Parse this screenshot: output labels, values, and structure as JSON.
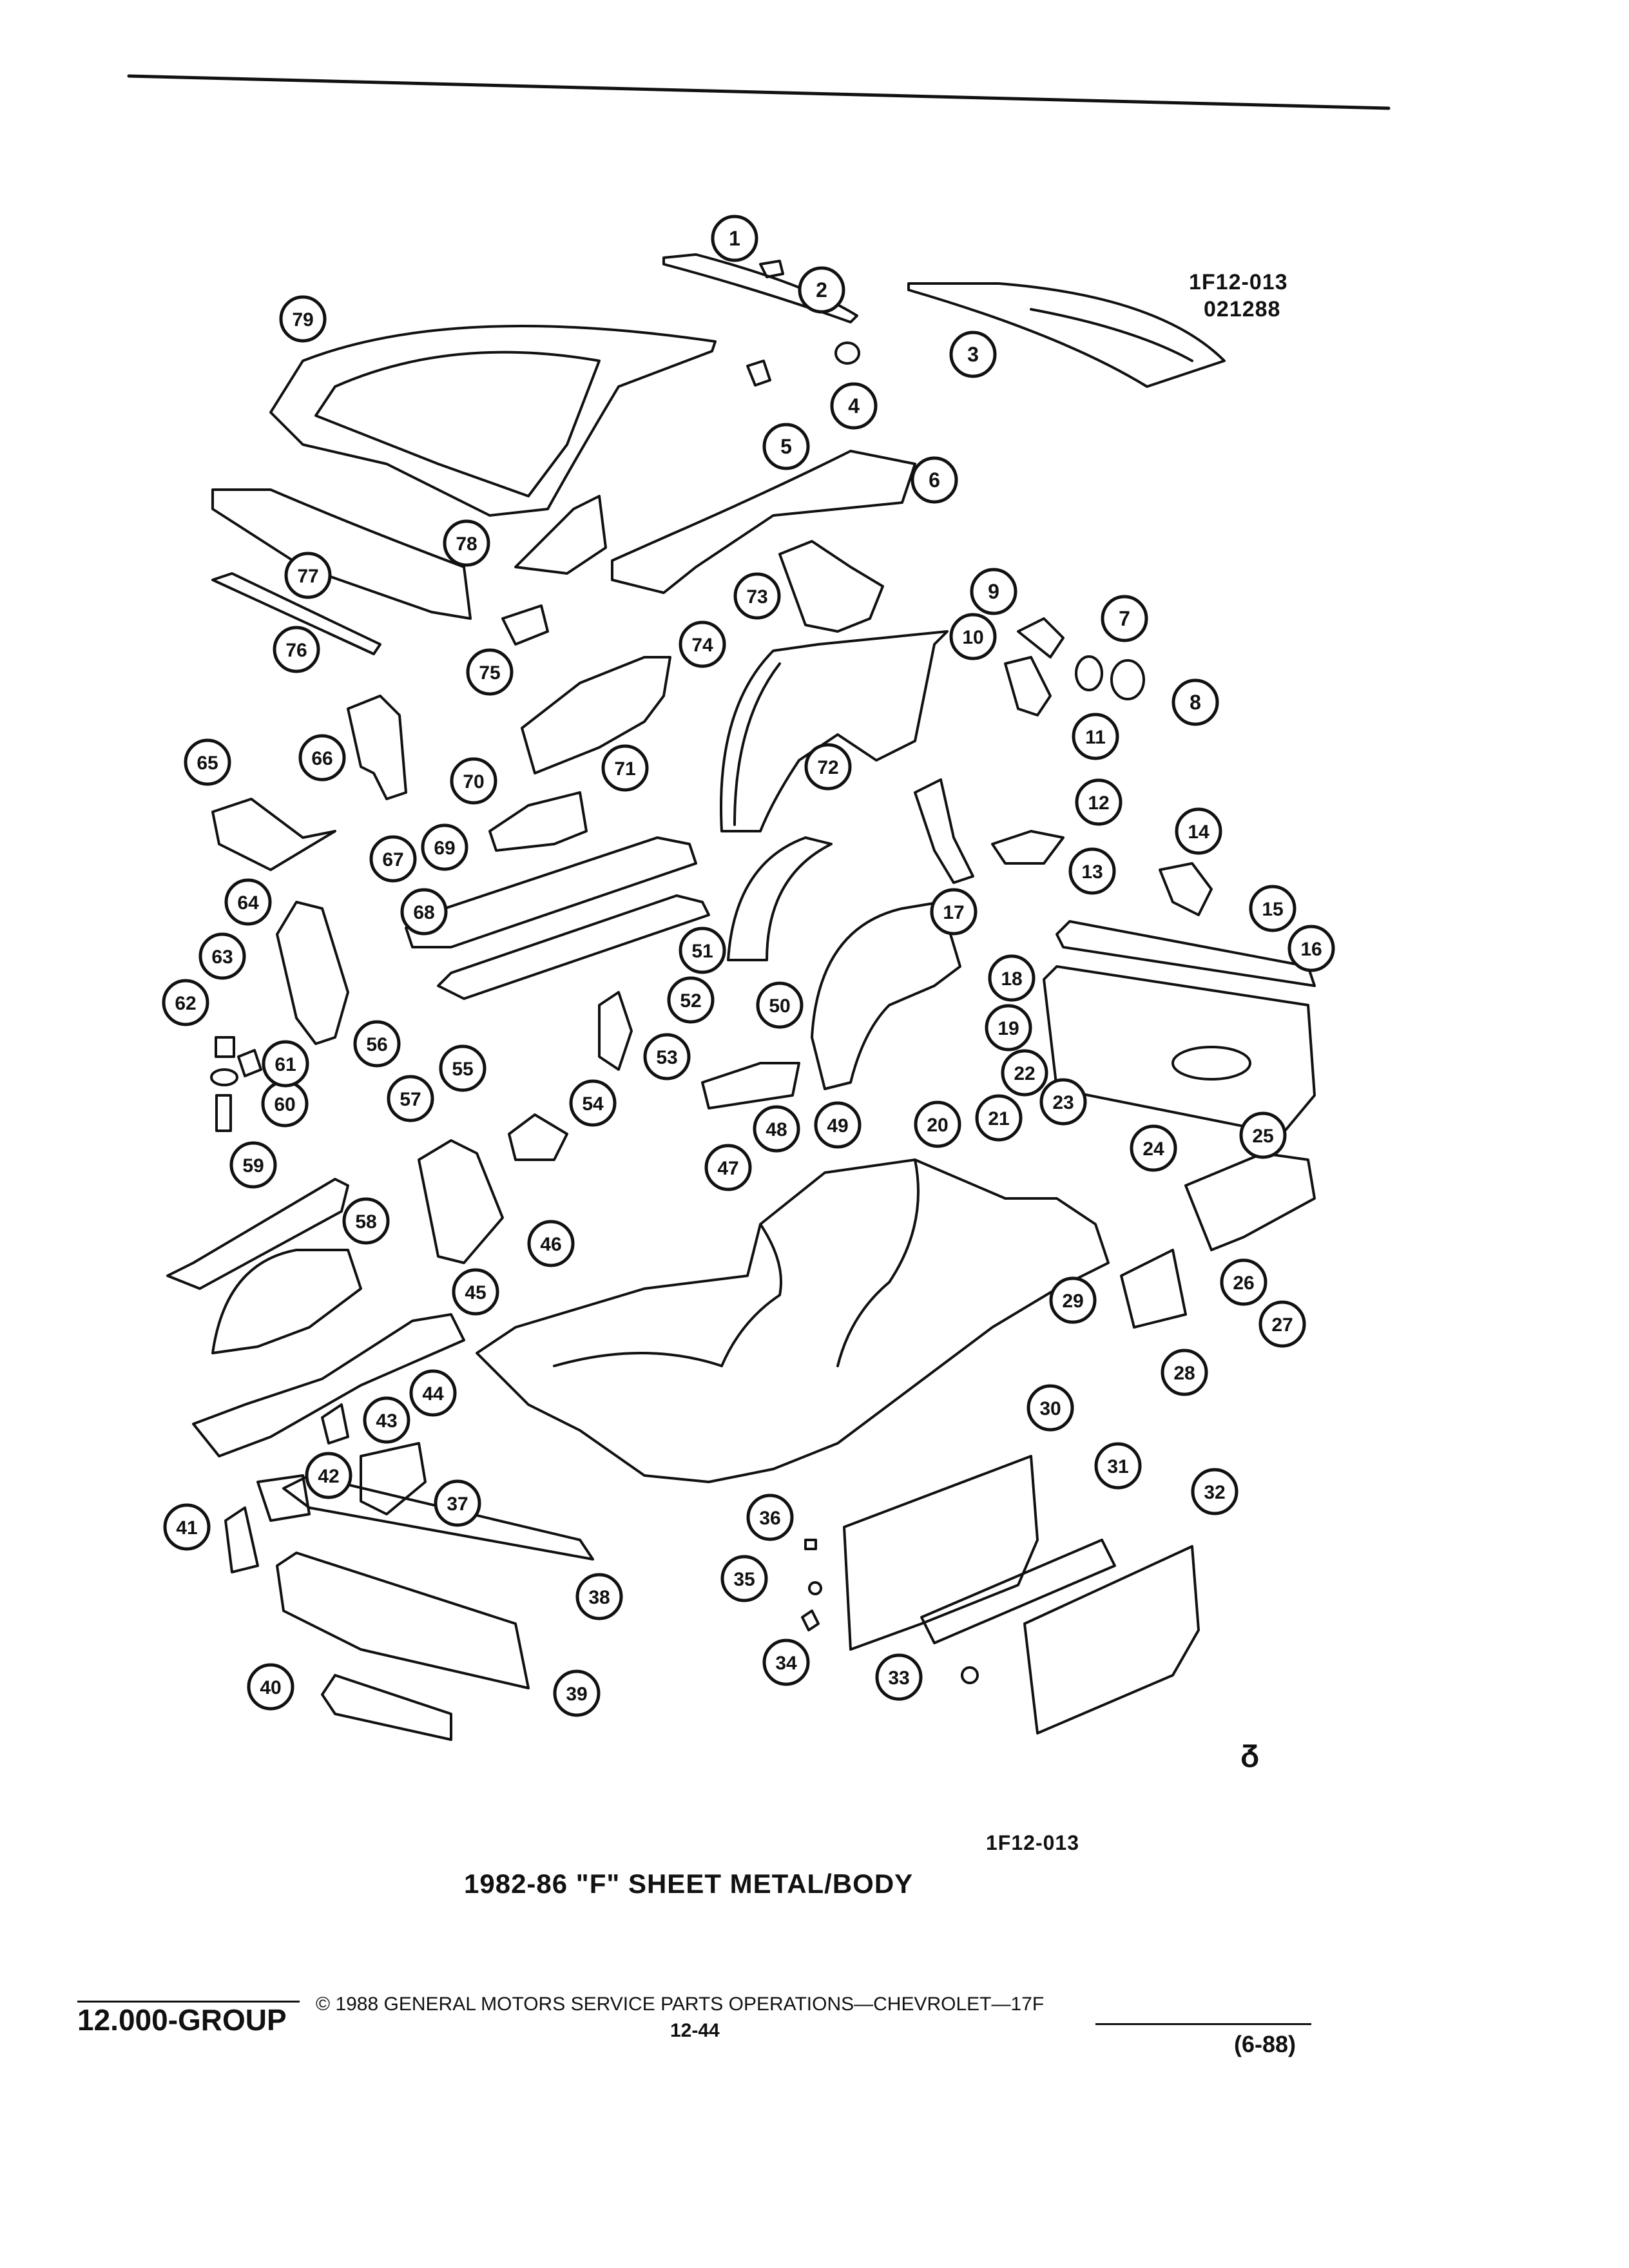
{
  "header": {
    "ref_code": "1F12-013",
    "ref_date": "021288"
  },
  "bottom_ref_code": "1F12-013",
  "caption": "1982-86 \"F\" SHEET METAL/BODY",
  "footer": {
    "group": "12.000-GROUP",
    "copyright": "© 1988 GENERAL MOTORS SERVICE PARTS OPERATIONS—CHEVROLET—17F",
    "page_number": "12-44",
    "revision": "(6-88)"
  },
  "logo_mark": "ᵹ",
  "callouts": [
    "1",
    "2",
    "3",
    "4",
    "5",
    "6",
    "7",
    "8",
    "9",
    "10",
    "11",
    "12",
    "13",
    "14",
    "15",
    "16",
    "17",
    "18",
    "19",
    "20",
    "21",
    "22",
    "23",
    "24",
    "25",
    "26",
    "27",
    "28",
    "29",
    "30",
    "31",
    "32",
    "33",
    "34",
    "35",
    "36",
    "37",
    "38",
    "39",
    "40",
    "41",
    "42",
    "43",
    "44",
    "45",
    "46",
    "47",
    "48",
    "49",
    "50",
    "51",
    "52",
    "53",
    "54",
    "55",
    "56",
    "57",
    "58",
    "59",
    "60",
    "61",
    "62",
    "63",
    "64",
    "65",
    "66",
    "67",
    "68",
    "69",
    "70",
    "71",
    "72",
    "73",
    "74",
    "75",
    "76",
    "77",
    "78",
    "79"
  ]
}
